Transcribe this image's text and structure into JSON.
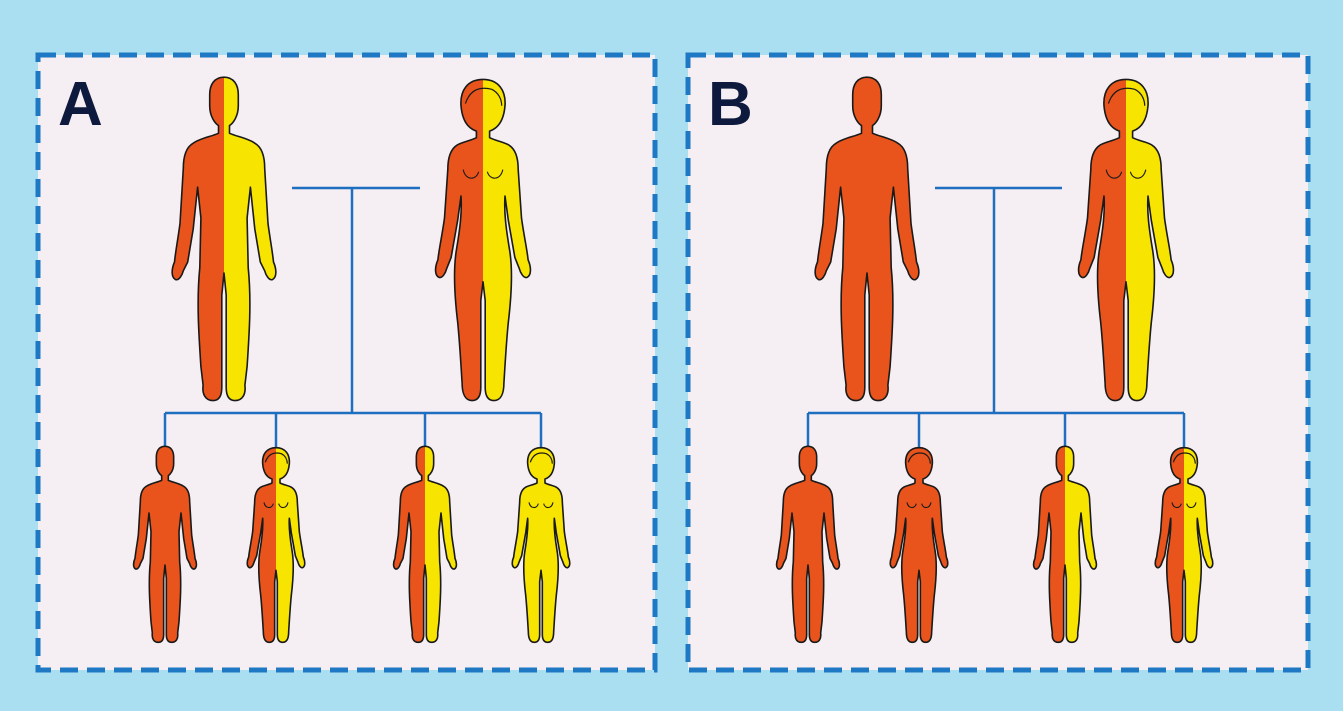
{
  "colors": {
    "background": "#a9dff0",
    "panel_fill": "#f5eef2",
    "panel_border": "#1f78c4",
    "connector": "#1f6fc0",
    "affected": "#e8541c",
    "unaffected": "#f7e400",
    "outline": "#1a1a1a",
    "letter": "#0e1a3d"
  },
  "panels": [
    {
      "label": "A",
      "parents": [
        {
          "sex": "male",
          "pattern": "half"
        },
        {
          "sex": "female",
          "pattern": "half"
        }
      ],
      "children": [
        {
          "sex": "male",
          "pattern": "full"
        },
        {
          "sex": "female",
          "pattern": "half"
        },
        {
          "sex": "male",
          "pattern": "half"
        },
        {
          "sex": "female",
          "pattern": "none"
        }
      ]
    },
    {
      "label": "B",
      "parents": [
        {
          "sex": "male",
          "pattern": "full"
        },
        {
          "sex": "female",
          "pattern": "half"
        }
      ],
      "children": [
        {
          "sex": "male",
          "pattern": "full"
        },
        {
          "sex": "female",
          "pattern": "full"
        },
        {
          "sex": "male",
          "pattern": "half"
        },
        {
          "sex": "female",
          "pattern": "half"
        }
      ]
    }
  ]
}
